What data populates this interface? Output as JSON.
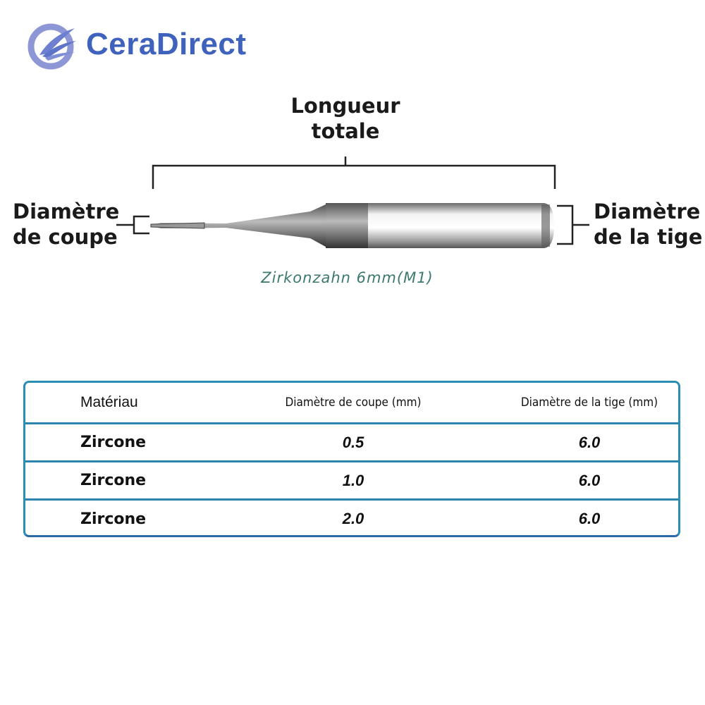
{
  "brand": {
    "name": "CeraDirect",
    "color": "#3f62bd"
  },
  "diagram": {
    "total_length_label": "Longueur totale",
    "total_length_line1": "Longueur",
    "total_length_line2": "totale",
    "cutting_diameter_line1": "Diamètre",
    "cutting_diameter_line2": "de coupe",
    "shank_diameter_line1": "Diamètre",
    "shank_diameter_line2": "de la tige",
    "caption": "Zirkonzahn 6mm(M1)"
  },
  "table": {
    "headers": [
      "Matériau",
      "Diamètre de coupe (mm)",
      "Diamètre de la tige (mm)"
    ],
    "rows": [
      [
        "Zircone",
        "0.5",
        "6.0"
      ],
      [
        "Zircone",
        "1.0",
        "6.0"
      ],
      [
        "Zircone",
        "2.0",
        "6.0"
      ]
    ],
    "border_color": "#2a8fb2"
  }
}
